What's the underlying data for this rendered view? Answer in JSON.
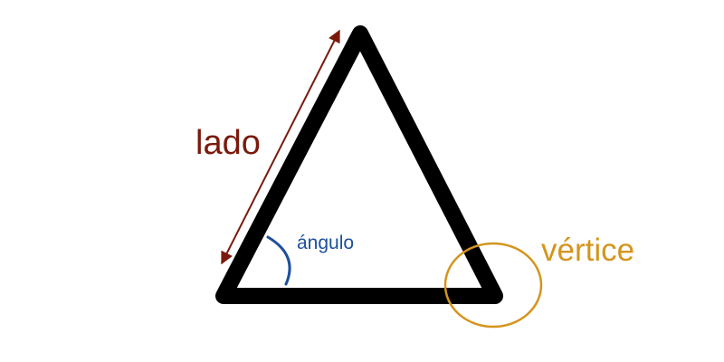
{
  "labels": {
    "side": "lado",
    "angle": "ángulo",
    "vertex": "vértice"
  },
  "colors": {
    "triangle": "#000000",
    "side": "#7a1a0c",
    "angle": "#1c4f9e",
    "vertex": "#d4951e"
  }
}
